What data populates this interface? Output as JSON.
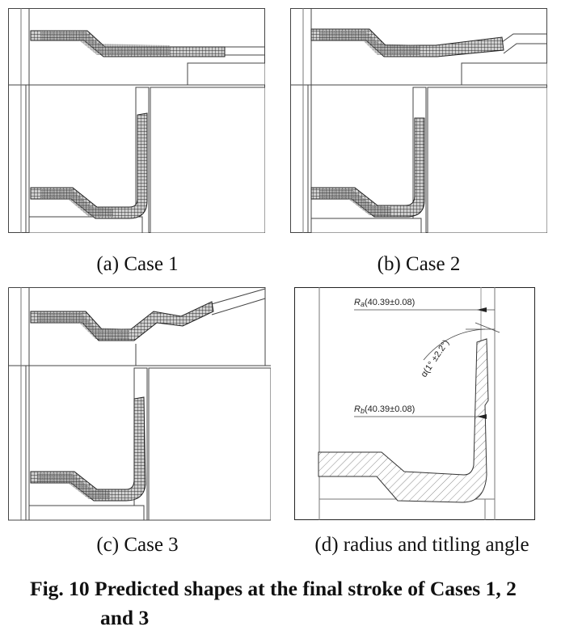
{
  "panels": [
    {
      "id": "a",
      "caption": "(a) Case 1"
    },
    {
      "id": "b",
      "caption": "(b) Case 2"
    },
    {
      "id": "c",
      "caption": "(c) Case 3"
    },
    {
      "id": "d",
      "caption": "(d) radius and titling angle"
    }
  ],
  "annotations": {
    "ra_symbol": "R",
    "ra_subscript": "a",
    "ra_value": "(40.39±0.08)",
    "rb_symbol": "R",
    "rb_subscript": "b",
    "rb_value": "(40.39±0.08)",
    "alpha_label": "α(1° ±2.2°)"
  },
  "figure_caption": {
    "line1": "Fig. 10 Predicted shapes at the final stroke of Cases 1, 2",
    "line2": "and 3"
  },
  "colors": {
    "mesh": "#3a3a3a",
    "frame": "#555555",
    "hatch": "#8a8a8a"
  }
}
